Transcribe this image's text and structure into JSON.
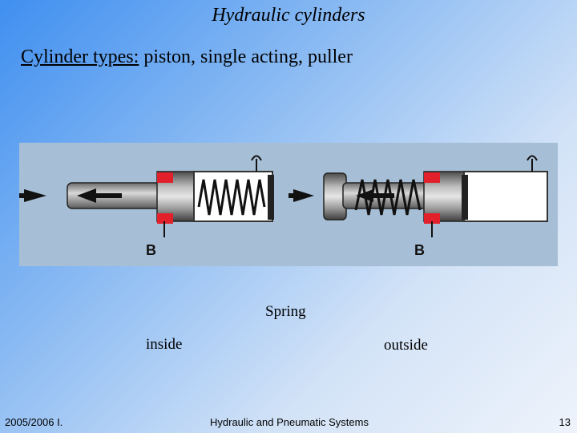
{
  "slide": {
    "title": "Hydraulic cylinders",
    "subtitle_underlined": "Cylinder types:",
    "subtitle_rest": " piston, single acting, puller"
  },
  "figure": {
    "port_label_left": "B",
    "port_label_right": "B"
  },
  "labels": {
    "spring": "Spring",
    "inside": "inside",
    "outside": "outside"
  },
  "footer": {
    "left": "2005/2006 I.",
    "center": "Hydraulic and Pneumatic Systems",
    "page_number": "13"
  }
}
